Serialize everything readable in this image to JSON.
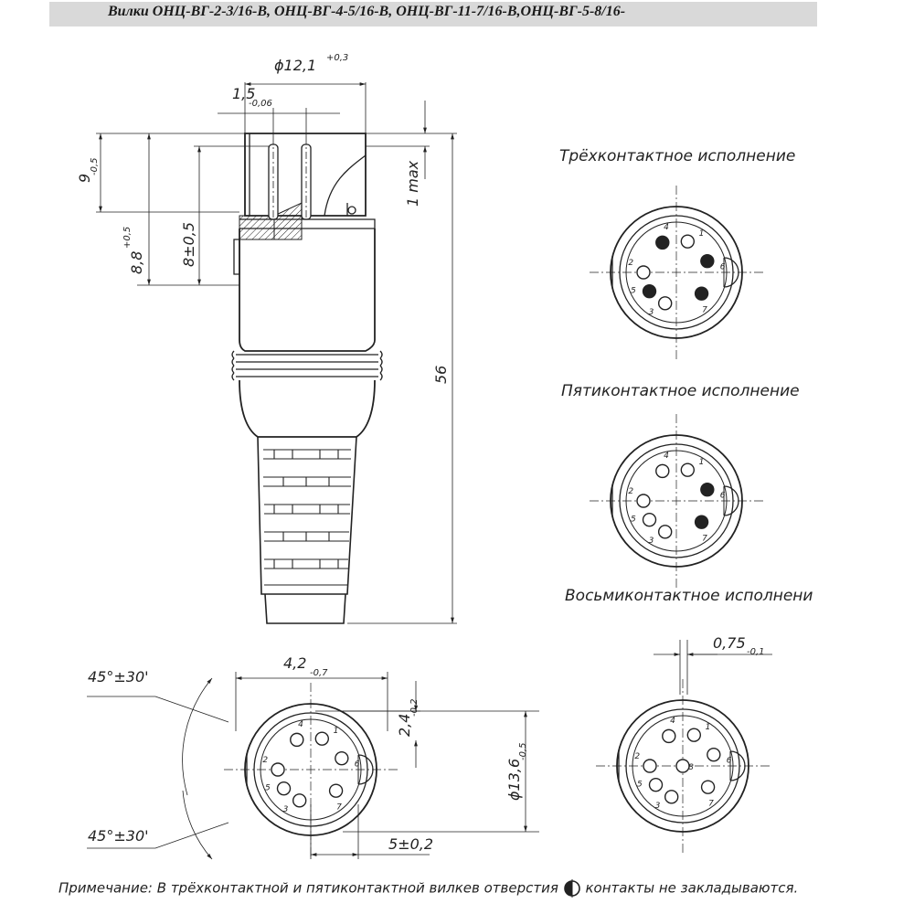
{
  "title": "Вилки ОНЦ-ВГ-2-3/16-В, ОНЦ-ВГ-4-5/16-В, ОНЦ-ВГ-11-7/16-В,ОНЦ-ВГ-5-8/16-",
  "captions": {
    "three": "Трёхконтактное исполнение",
    "five": "Пятиконтактное исполнение",
    "eight": "Восьмиконтактное исполнени"
  },
  "dimensions": {
    "d12": {
      "main": "ϕ12,1",
      "sup": "+0,3"
    },
    "w15": {
      "main": "1,5",
      "sub": "-0,06"
    },
    "h9": {
      "main": "9",
      "sub": "-0,5"
    },
    "h88": {
      "main": "8,8",
      "sup": "+0,5"
    },
    "h8": {
      "main": "8±0,5"
    },
    "max1": {
      "main": "1 max"
    },
    "len56": {
      "main": "56"
    },
    "w42": {
      "main": "4,2",
      "sub": "-0,7"
    },
    "ang_top": {
      "main": "45°±30'"
    },
    "ang_bot": {
      "main": "45°±30'"
    },
    "w24": {
      "main": "2,4",
      "sub": "-0,2"
    },
    "d136": {
      "main": "ϕ13,6",
      "sub": "-0,5"
    },
    "w5": {
      "main": "5±0,2"
    },
    "w075": {
      "main": "0,75",
      "sub": "-0,1"
    }
  },
  "pin_labels": [
    "1",
    "2",
    "3",
    "4",
    "5",
    "6",
    "7",
    "8"
  ],
  "note": {
    "before": "Примечание: В трёхконтактной  и пятиконтактной вилкев отверстия",
    "after": "  контакты не закладываются."
  }
}
